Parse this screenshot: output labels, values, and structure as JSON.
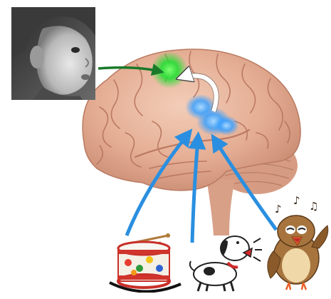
{
  "diagram": {
    "nodes": {
      "child_photo": "child-face",
      "brain": "brain",
      "language_area": "green-activation",
      "auditory_area": "blue-activation",
      "drum": "drum-icon",
      "dog": "barking-dog-icon",
      "bird": "singing-bird-icon"
    },
    "edges": [
      {
        "from": "child_photo",
        "to": "language_area",
        "color": "#1a7a2a"
      },
      {
        "from": "auditory_area",
        "to": "language_area",
        "color": "#ffffff"
      },
      {
        "from": "drum",
        "to": "auditory_area",
        "color": "#2a8fe0"
      },
      {
        "from": "dog",
        "to": "auditory_area",
        "color": "#2a8fe0"
      },
      {
        "from": "bird",
        "to": "auditory_area",
        "color": "#2a8fe0"
      }
    ],
    "colors": {
      "brain": "#e8b9a2",
      "green_glow": "#22dd33",
      "blue_glow": "#3aa0ff",
      "arrow_blue": "#2a8fe0",
      "arrow_green": "#1a7a2a"
    },
    "music_notes": [
      "♪",
      "♫",
      "♪"
    ]
  }
}
